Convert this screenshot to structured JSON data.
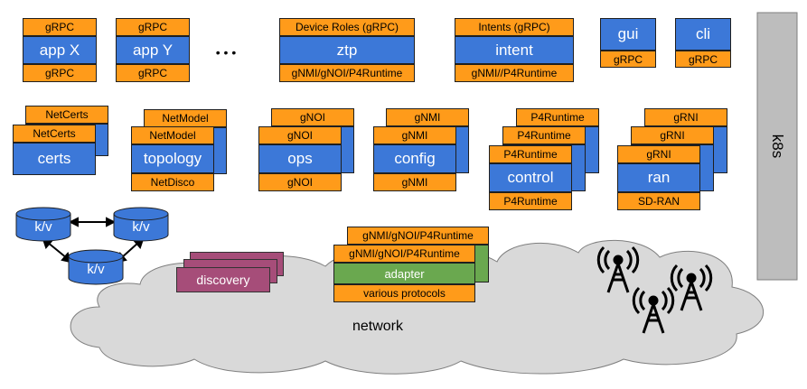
{
  "services": {
    "appx": {
      "top": "gRPC",
      "name": "app X",
      "bottom": "gRPC"
    },
    "appy": {
      "top": "gRPC",
      "name": "app Y",
      "bottom": "gRPC"
    },
    "ellipsis": "• • •",
    "ztp": {
      "top": "Device Roles (gRPC)",
      "name": "ztp",
      "bottom": "gNMI/gNOI/P4Runtime"
    },
    "intent": {
      "top": "Intents (gRPC)",
      "name": "intent",
      "bottom": "gNMI//P4Runtime"
    },
    "gui": {
      "name": "gui",
      "bottom": "gRPC"
    },
    "cli": {
      "name": "cli",
      "bottom": "gRPC"
    },
    "certs": {
      "label": "NetCerts",
      "name": "certs"
    },
    "topology": {
      "label": "NetModel",
      "name": "topology",
      "bottom": "NetDisco"
    },
    "ops": {
      "label": "gNOI",
      "name": "ops",
      "bottom": "gNOI"
    },
    "config": {
      "label": "gNMI",
      "name": "config",
      "bottom": "gNMI"
    },
    "control": {
      "label": "P4Runtime",
      "name": "control",
      "bottom": "P4Runtime"
    },
    "ran": {
      "label": "gRNI",
      "name": "ran",
      "bottom": "SD-RAN"
    }
  },
  "kv": {
    "label": "k/v"
  },
  "adapter": {
    "top": "gNMI/gNOI/P4Runtime",
    "name": "adapter",
    "bottom": "various protocols"
  },
  "discovery": {
    "label": "discovery"
  },
  "network": {
    "label": "network"
  },
  "k8s": {
    "label": "k8s"
  },
  "colors": {
    "orange": "#ff9b1a",
    "blue": "#3c78d8",
    "green": "#6aa84f",
    "purple": "#a64d79",
    "gray": "#bdbdbd",
    "cloud": "#d9d9d9"
  }
}
